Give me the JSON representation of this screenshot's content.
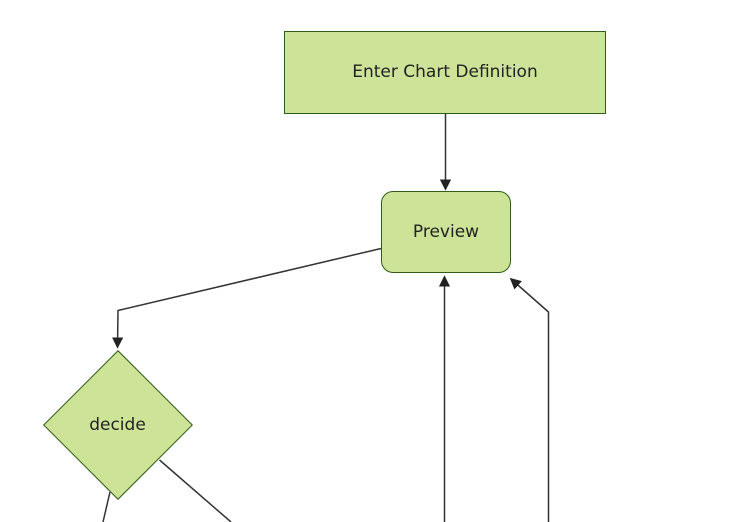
{
  "diagram": {
    "kind": "flowchart",
    "theme_note": "green forest-style flowchart, cropped at bottom edge",
    "nodes": [
      {
        "id": "A",
        "label": "Enter Chart Definition",
        "shape": "rectangle"
      },
      {
        "id": "B",
        "label": "Preview",
        "shape": "rounded-rectangle"
      },
      {
        "id": "C",
        "label": "decide",
        "shape": "diamond"
      }
    ],
    "edges": [
      {
        "from": "Enter Chart Definition",
        "to": "Preview",
        "arrowhead_visible": true
      },
      {
        "from": "Preview",
        "to": "decide",
        "arrowhead_visible": true
      },
      {
        "from": "offscreen-bottom-center",
        "to": "Preview",
        "arrowhead_visible": true
      },
      {
        "from": "offscreen-bottom-right",
        "to": "Preview",
        "arrowhead_visible": true
      },
      {
        "from": "decide",
        "to": "offscreen-bottom-left",
        "arrowhead_visible": false
      },
      {
        "from": "decide",
        "to": "offscreen-bottom-right",
        "arrowhead_visible": false
      }
    ],
    "colors": {
      "node_fill": "#cde498",
      "node_border": "#2f5c17",
      "edge_line": "#333333",
      "arrowhead": "#222222",
      "text": "#222222",
      "background": "#ffffff"
    }
  }
}
